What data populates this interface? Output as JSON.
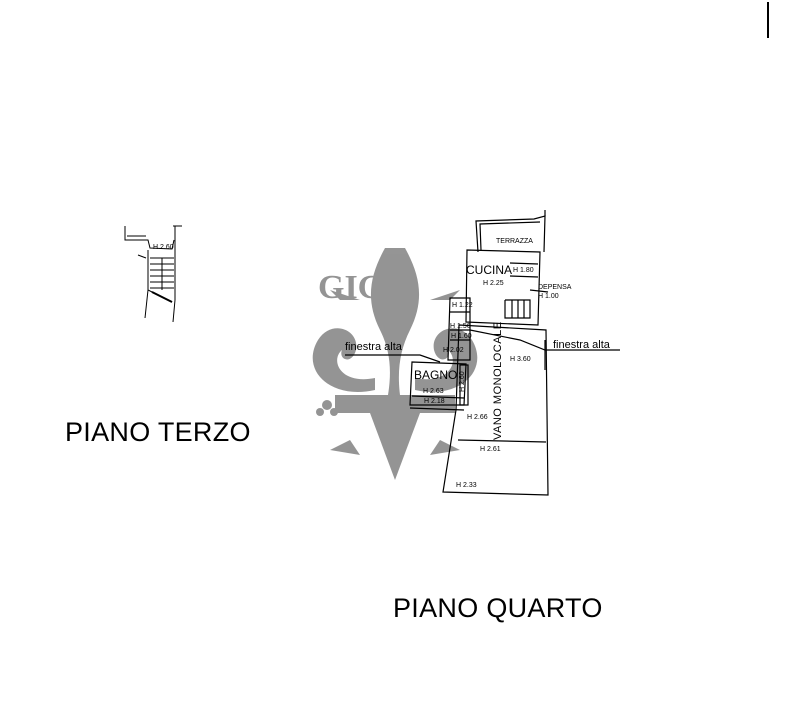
{
  "floors": {
    "third": {
      "title": "PIANO TERZO",
      "heights": [
        "H 2.60"
      ]
    },
    "fourth": {
      "title": "PIANO QUARTO",
      "rooms": {
        "terrace": "TERRAZZA",
        "kitchen": "CUCINA",
        "pantry": "DEPENSA",
        "bathroom": "BAGNO",
        "studio": "VANO MONOLOCALE"
      },
      "heights": {
        "kitchen_a": "H 1.80",
        "kitchen_b": "H 2.25",
        "pantry": "H 1.00",
        "h122": "H 1.22",
        "h156": "H 1.56",
        "h160": "H 1.60",
        "h202": "H 2.02",
        "h360": "H 3.60",
        "bath_a": "H 2.63",
        "bath_b": "H 2.18",
        "h260": "H 2.60",
        "h266": "H 2.66",
        "h261": "H 2.61",
        "h233": "H 2.33"
      },
      "annotations": {
        "high_window_left": "finestra alta",
        "high_window_right": "finestra alta"
      }
    }
  },
  "watermark": {
    "text": "GIG",
    "color": "#8a8a8a"
  }
}
